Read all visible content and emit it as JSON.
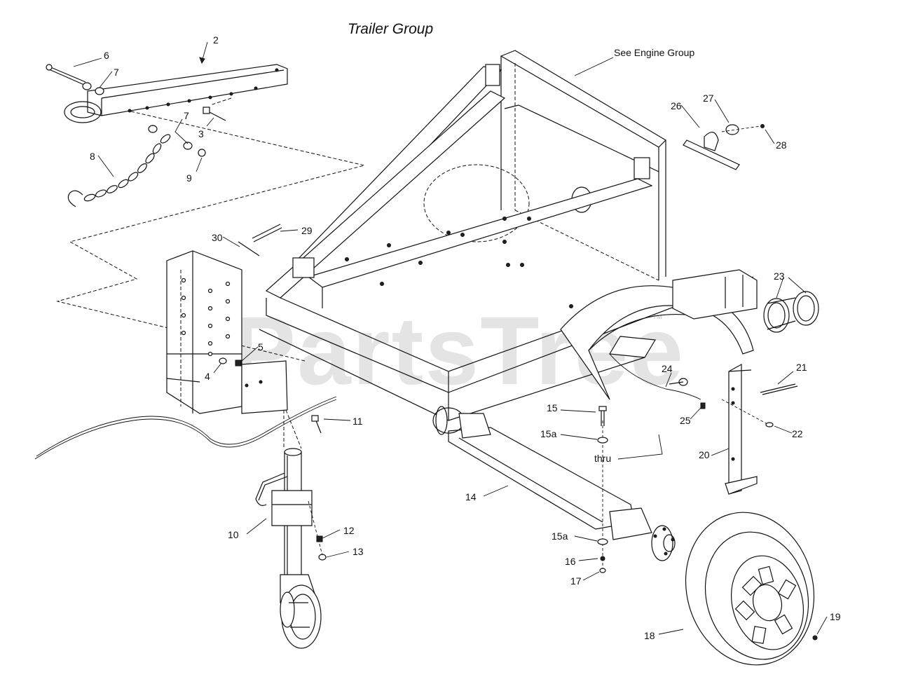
{
  "title": "Trailer Group",
  "note": "See Engine Group",
  "thru_label": "thru",
  "watermark": "PartsTree",
  "trademark": "™",
  "callouts": [
    "2",
    "6",
    "7",
    "7",
    "8",
    "3",
    "9",
    "30",
    "29",
    "4",
    "5",
    "11",
    "10",
    "12",
    "13",
    "14",
    "15",
    "15a",
    "15a",
    "16",
    "17",
    "18",
    "19",
    "20",
    "21",
    "22",
    "23",
    "24",
    "25",
    "26",
    "27",
    "28"
  ]
}
